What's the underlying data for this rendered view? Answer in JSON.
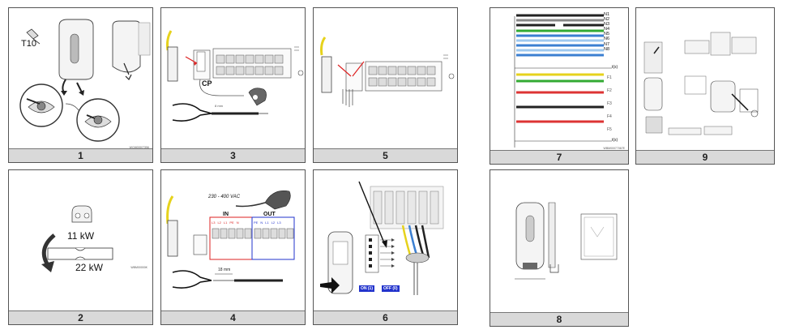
{
  "panels": [
    {
      "num": "1",
      "tool": "T10",
      "code": "WCM00007356"
    },
    {
      "num": "2",
      "power_top": "11 kW",
      "power_bottom": "22 kW",
      "code": "WBM00000K"
    },
    {
      "num": "3",
      "cp_label": "CP",
      "strip_label": "8 mm"
    },
    {
      "num": "4",
      "voltage": "230 - 400 VAC",
      "in_label": "IN",
      "out_label": "OUT",
      "strip_label": "18 mm",
      "in_terms": [
        "L3",
        "L2",
        "L1",
        "PE",
        "N"
      ],
      "out_terms": [
        "PE",
        "N",
        "L1",
        "L2",
        "L3"
      ]
    },
    {
      "num": "5"
    },
    {
      "num": "6",
      "on_label": "ON (1)",
      "off_label": "OFF (0)"
    },
    {
      "num": "7",
      "rows": [
        "N1",
        "N2",
        "N3",
        "N4",
        "N5",
        "N6",
        "N7",
        "N8"
      ],
      "f_rows": [
        "F1",
        "F2",
        "F3",
        "F4",
        "F5"
      ],
      "axis": "t(s)",
      "code": "WBM00077067E"
    },
    {
      "num": "8"
    },
    {
      "num": "9"
    }
  ],
  "colors": {
    "caption_bg": "#d9d9d9",
    "in_box": "#d22",
    "out_box": "#23c",
    "green": "#3a3",
    "yellow": "#e6d21c",
    "blue": "#3b7fd1",
    "red": "#d33",
    "black": "#222",
    "orange": "#e69a1c"
  }
}
